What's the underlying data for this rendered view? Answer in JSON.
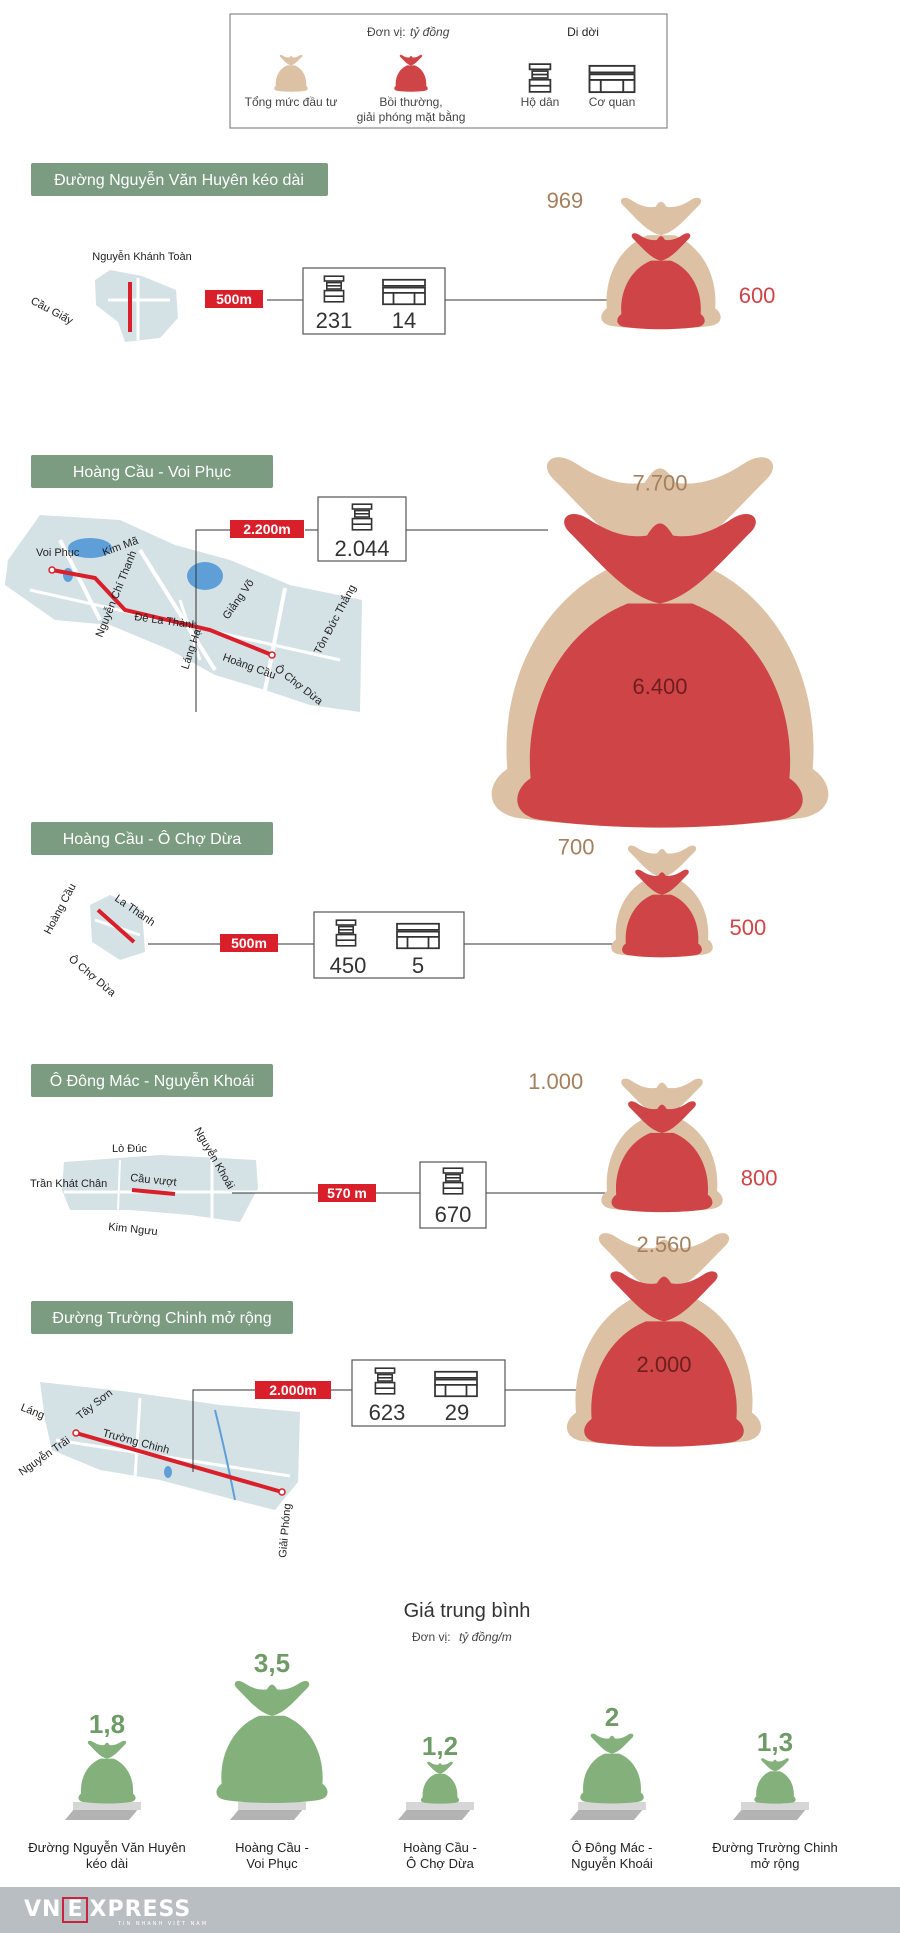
{
  "legend": {
    "unit_prefix": "Đơn vị:",
    "unit_value": "tỷ đồng",
    "relocation_title": "Di dời",
    "total_label": "Tổng mức đầu tư",
    "compensation_label_1": "Bồi thường,",
    "compensation_label_2": "giải phóng mặt bằng",
    "households_label": "Hộ dân",
    "agencies_label": "Cơ quan"
  },
  "colors": {
    "total": "#dcc1a4",
    "compensation": "#cf4446",
    "section_header": "#7b9c80",
    "map_fill": "#d4e2e6",
    "road": "#d81f2a",
    "green_bag": "#84b07c",
    "length_badge": "#d81f2a"
  },
  "chart_data": [
    {
      "type": "table",
      "unit": "tỷ đồng",
      "title": "",
      "projects": [
        {
          "name": "Đường Nguyễn Văn Huyên kéo dài",
          "length": "500m",
          "households": "231",
          "agencies": "14",
          "total": 969,
          "total_label": "969",
          "compensation": 600,
          "compensation_label": "600",
          "streets": [
            "Nguyễn Khánh Toàn",
            "Cầu Giấy"
          ]
        },
        {
          "name": "Hoàng Cầu - Voi Phục",
          "length": "2.200m",
          "households": "2.044",
          "agencies": "",
          "total": 7700,
          "total_label": "7.700",
          "compensation": 6400,
          "compensation_label": "6.400",
          "streets": [
            "Voi Phục",
            "Kim Mã",
            "Nguyễn Chí Thanh",
            "Đê La Thành",
            "Giảng Võ",
            "Láng Hạ",
            "Hoàng Cầu",
            "Ô Chợ Dừa",
            "Tôn Đức Thắng"
          ]
        },
        {
          "name": "Hoàng Cầu - Ô Chợ Dừa",
          "length": "500m",
          "households": "450",
          "agencies": "5",
          "total": 700,
          "total_label": "700",
          "compensation": 500,
          "compensation_label": "500",
          "streets": [
            "Hoàng Cầu",
            "La Thành",
            "Ô Chợ Dừa"
          ]
        },
        {
          "name": "Ô Đông Mác - Nguyễn Khoái",
          "length": "570 m",
          "households": "670",
          "agencies": "",
          "total": 1000,
          "total_label": "1.000",
          "compensation": 800,
          "compensation_label": "800",
          "streets": [
            "Lò Đúc",
            "Nguyễn Khoái",
            "Trần Khát Chân",
            "Cầu vượt",
            "Kim Ngưu"
          ]
        },
        {
          "name": "Đường Trường Chinh mở rộng",
          "length": "2.000m",
          "households": "623",
          "agencies": "29",
          "total": 2560,
          "total_label": "2.560",
          "compensation": 2000,
          "compensation_label": "2.000",
          "streets": [
            "Láng",
            "Tây Sơn",
            "Nguyễn Trãi",
            "Trường Chinh",
            "Giải Phóng"
          ]
        }
      ]
    },
    {
      "type": "bar",
      "title": "Giá trung bình",
      "subtitle_prefix": "Đơn vị:",
      "subtitle_unit": "tỷ đồng/m",
      "categories": [
        [
          "Đường Nguyễn Văn Huyên",
          "kéo dài"
        ],
        [
          "Hoàng Cầu -",
          "Voi Phục"
        ],
        [
          "Hoàng Cầu -",
          "Ô Chợ Dừa"
        ],
        [
          "Ô Đông Mác -",
          "Nguyễn Khoái"
        ],
        [
          "Đường Trường Chinh",
          "mở rộng"
        ]
      ],
      "values": [
        1.8,
        3.5,
        1.2,
        2,
        1.3
      ],
      "value_labels": [
        "1,8",
        "3,5",
        "1,2",
        "2",
        "1,3"
      ]
    }
  ],
  "footer": {
    "brand_pre": "VN",
    "brand_e": "E",
    "brand_post": "XPRESS",
    "tagline": "TIN NHANH VIỆT NAM"
  }
}
